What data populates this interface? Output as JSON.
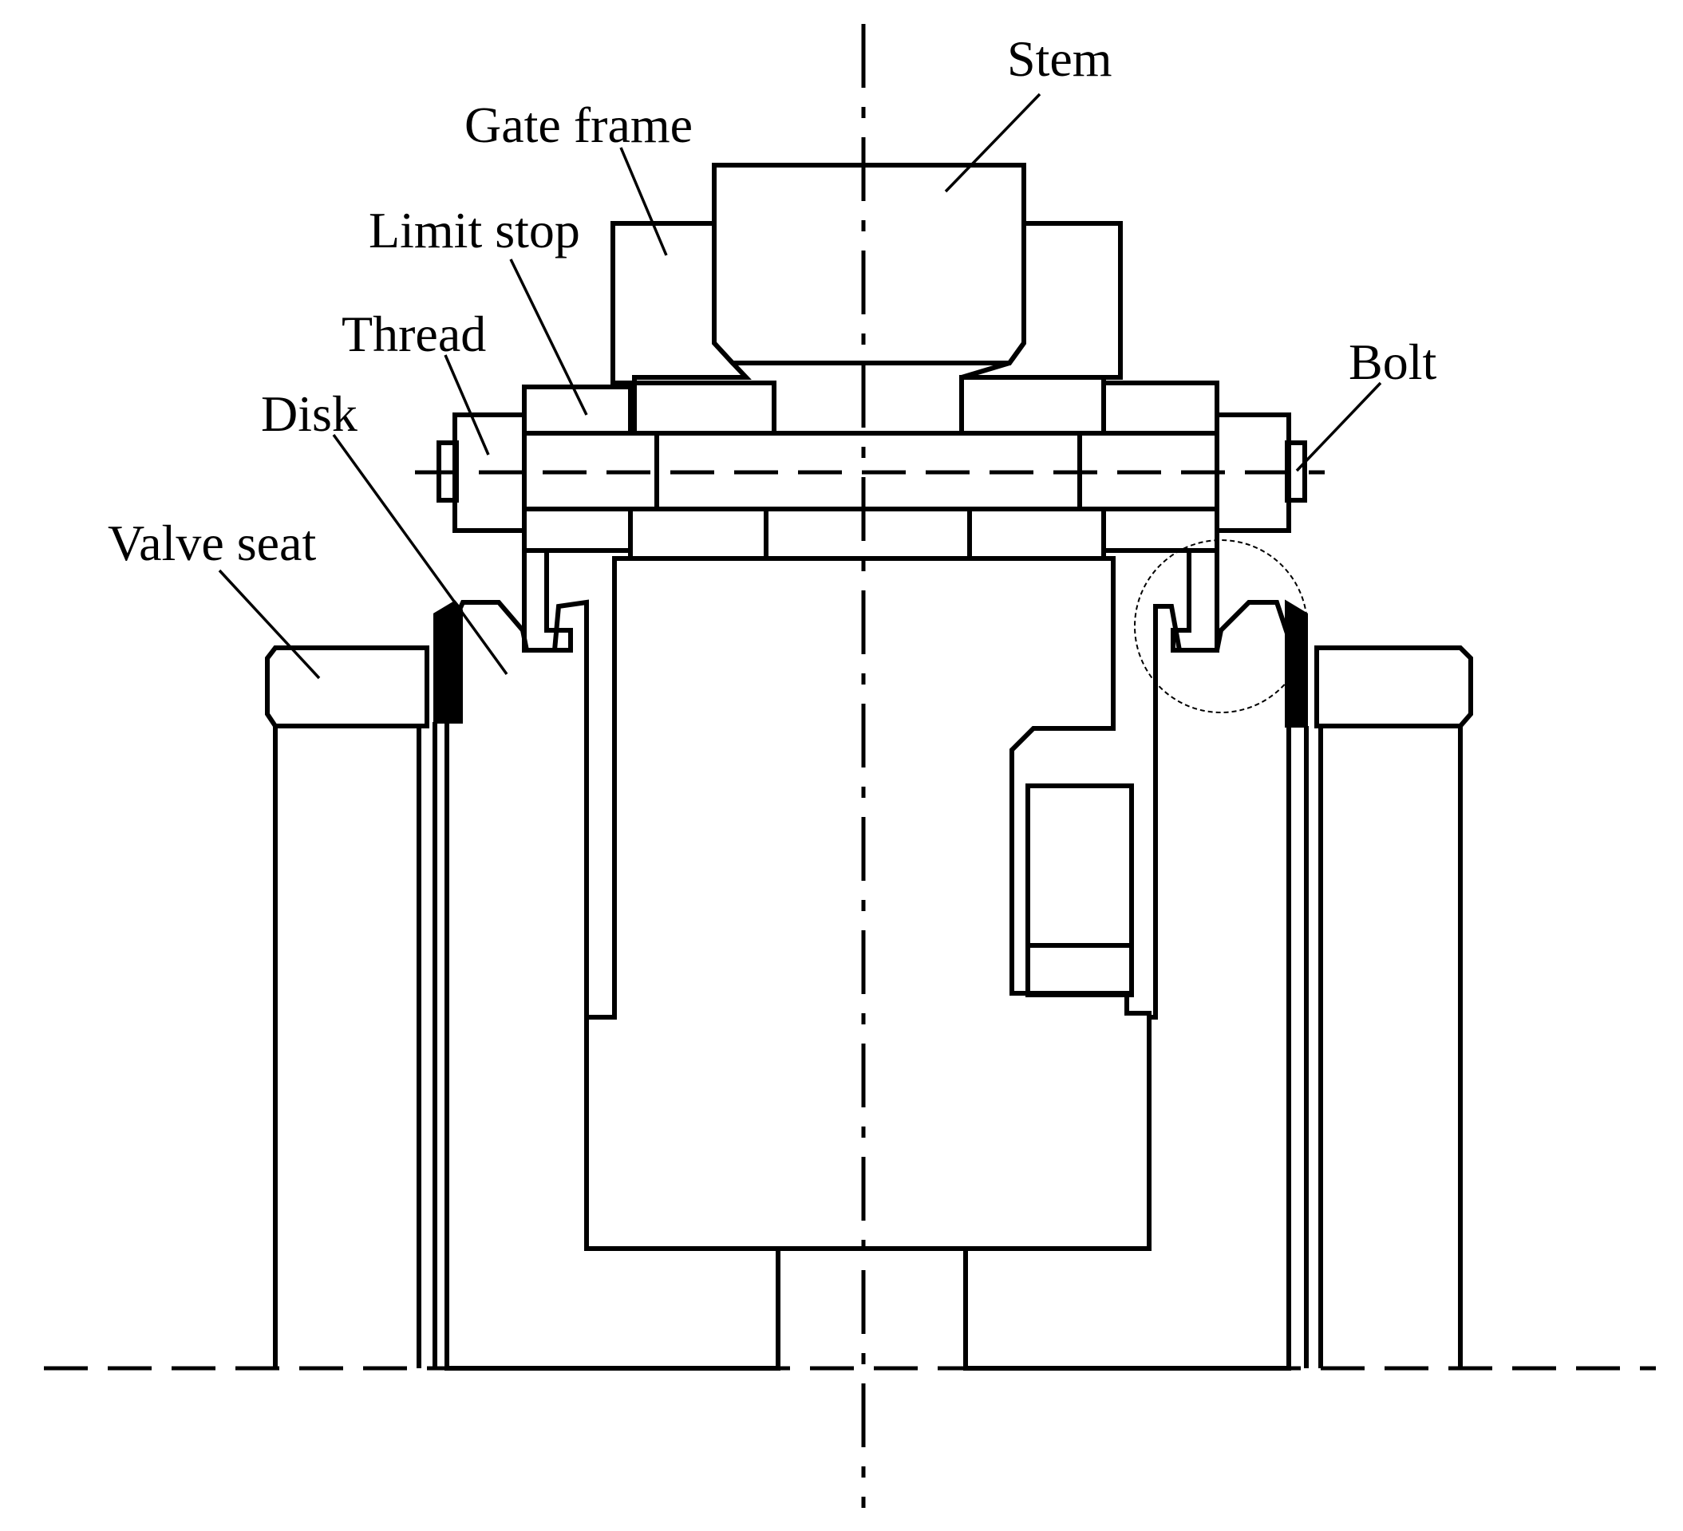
{
  "labels": {
    "stem": "Stem",
    "gate_frame": "Gate frame",
    "limit_stop": "Limit stop",
    "thread": "Thread",
    "disk": "Disk",
    "valve_seat": "Valve seat",
    "bolt": "Bolt"
  },
  "colors": {
    "line": "#000000",
    "background": "#ffffff",
    "seal": "#000000"
  }
}
